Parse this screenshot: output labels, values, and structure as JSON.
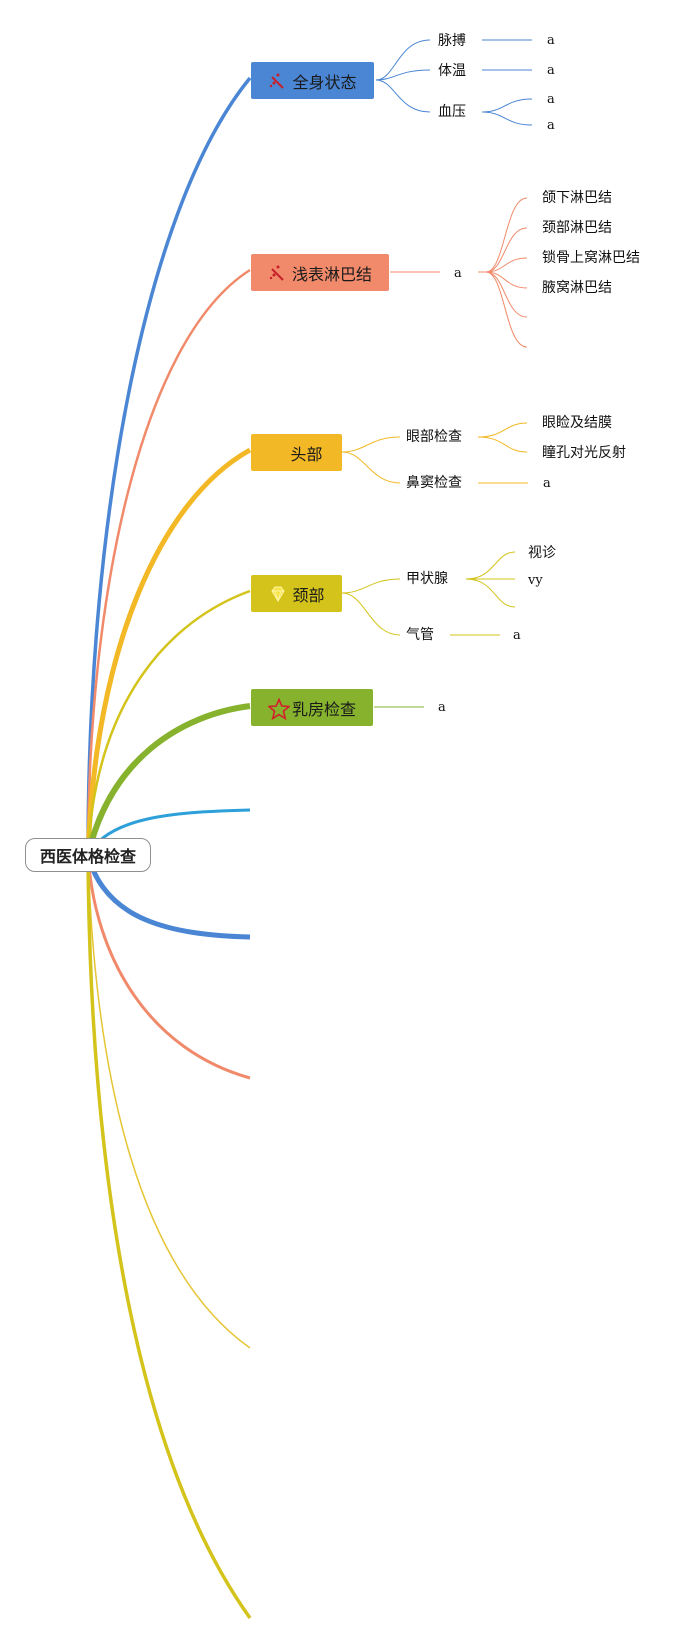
{
  "root": {
    "label": "西医体格检查"
  },
  "colors": {
    "blue": "#4a86d4",
    "salmon": "#f08a6a",
    "orange": "#f2b825",
    "olive": "#d3c31a",
    "green": "#86b22e",
    "cyan": "#2d9fd9",
    "yellow_light": "#e6c534"
  },
  "topics": [
    {
      "label": "全身状态",
      "icon": "wand-icon",
      "children": [
        {
          "label": "脉搏",
          "children": [
            "a"
          ]
        },
        {
          "label": "体温",
          "children": [
            "a"
          ]
        },
        {
          "label": "血压",
          "children": [
            "a",
            "a"
          ]
        }
      ]
    },
    {
      "label": "浅表淋巴结",
      "icon": "wand-icon",
      "children": [
        {
          "label": "a",
          "children": [
            "颌下淋巴结",
            "颈部淋巴结",
            "锁骨上窝淋巴结",
            "腋窝淋巴结",
            "",
            ""
          ]
        }
      ]
    },
    {
      "label": "头部",
      "icon": "",
      "children": [
        {
          "label": "眼部检查",
          "children": [
            "眼睑及结膜",
            "瞳孔对光反射"
          ]
        },
        {
          "label": "鼻窦检查",
          "children": [
            "a"
          ]
        }
      ]
    },
    {
      "label": "颈部",
      "icon": "diamond-icon",
      "children": [
        {
          "label": "甲状腺",
          "children": [
            "视诊",
            "vy",
            ""
          ]
        },
        {
          "label": "气管",
          "children": [
            "a"
          ]
        }
      ]
    },
    {
      "label": "乳房检查",
      "icon": "star-icon",
      "children": [
        {
          "label": "a",
          "children": []
        }
      ]
    }
  ]
}
